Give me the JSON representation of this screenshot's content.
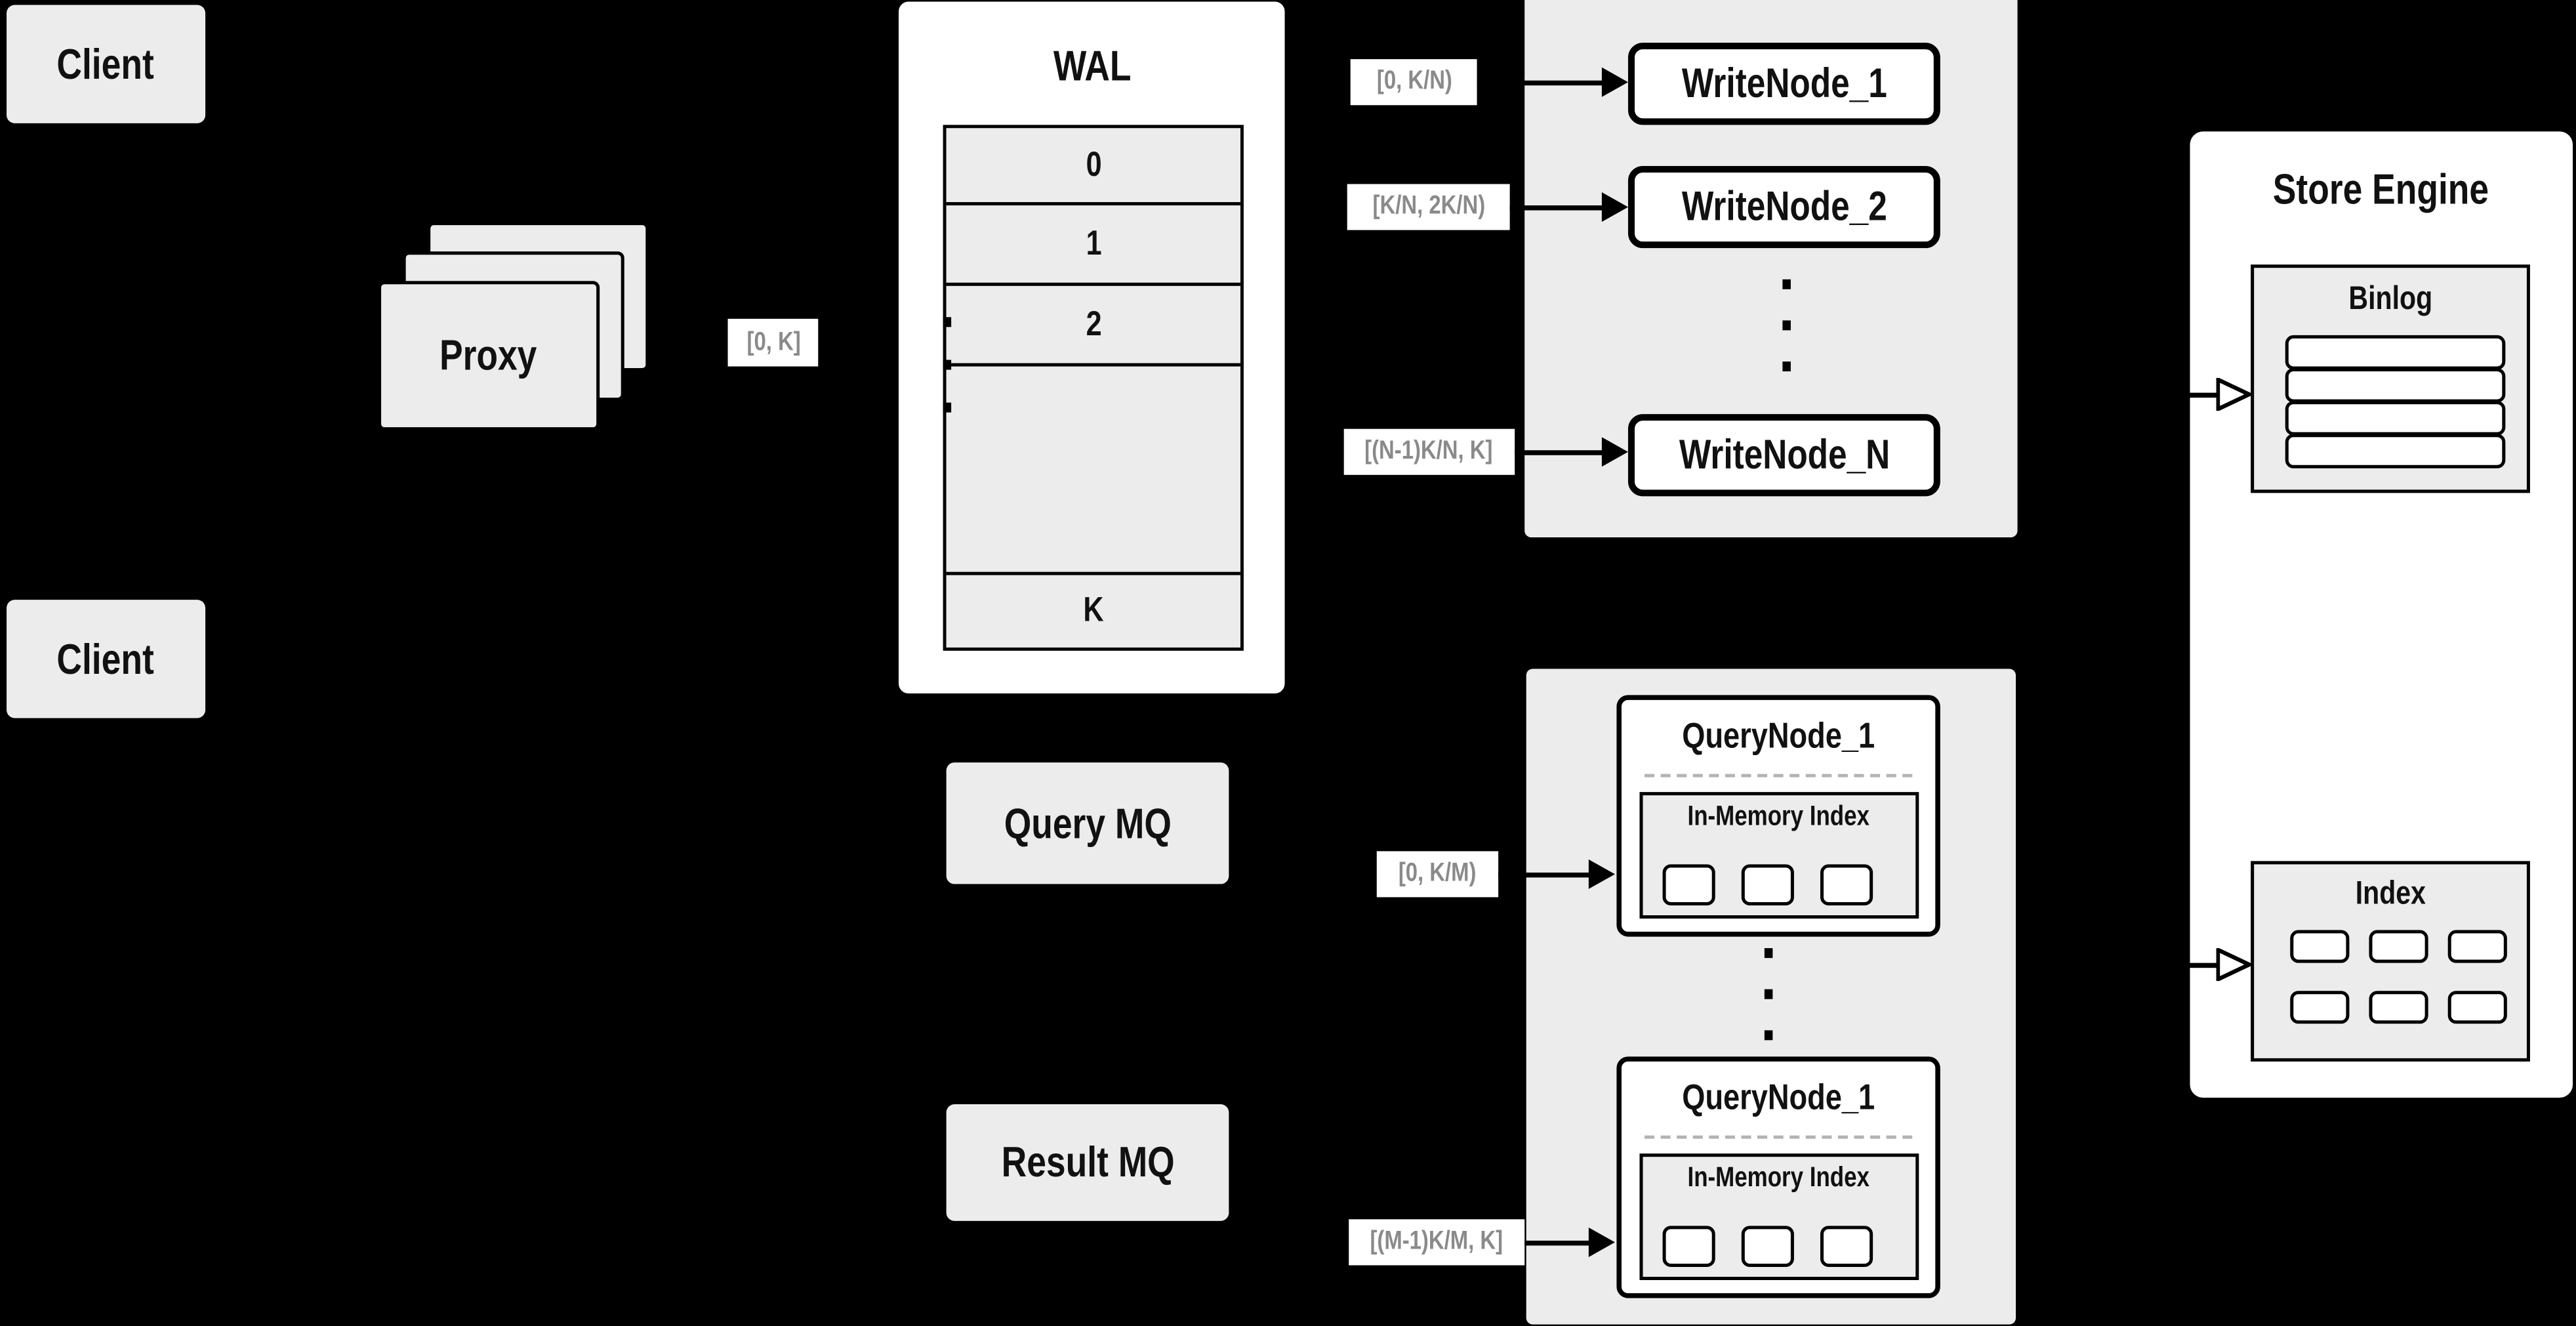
{
  "colors": {
    "background": "#000000",
    "panel_gray": "#ececec",
    "box_white": "#ffffff",
    "outline_black": "#000000",
    "range_label_text": "#8a8a8a",
    "dashed_divider": "#b3b3b3"
  },
  "clients": {
    "top_label": "Client",
    "bottom_label": "Client"
  },
  "proxy": {
    "label": "Proxy",
    "range_label": "[0, K]"
  },
  "wal": {
    "title": "WAL",
    "segments": [
      "0",
      "1",
      "2"
    ],
    "last_segment": "K"
  },
  "write_cluster": {
    "nodes": [
      "WriteNode_1",
      "WriteNode_2",
      "WriteNode_N"
    ],
    "range_labels": [
      "[0, K/N)",
      "[K/N, 2K/N)",
      "[(N-1)K/N, K]"
    ]
  },
  "mq": {
    "query_label": "Query MQ",
    "result_label": "Result MQ"
  },
  "query_cluster": {
    "range_labels": [
      "[0, K/M)",
      "[(M-1)K/M, K]"
    ],
    "nodes": [
      {
        "title": "QueryNode_1",
        "inner_title": "In-Memory Index"
      },
      {
        "title": "QueryNode_1",
        "inner_title": "In-Memory Index"
      }
    ]
  },
  "store_engine": {
    "title": "Store Engine",
    "binlog_title": "Binlog",
    "index_title": "Index"
  }
}
